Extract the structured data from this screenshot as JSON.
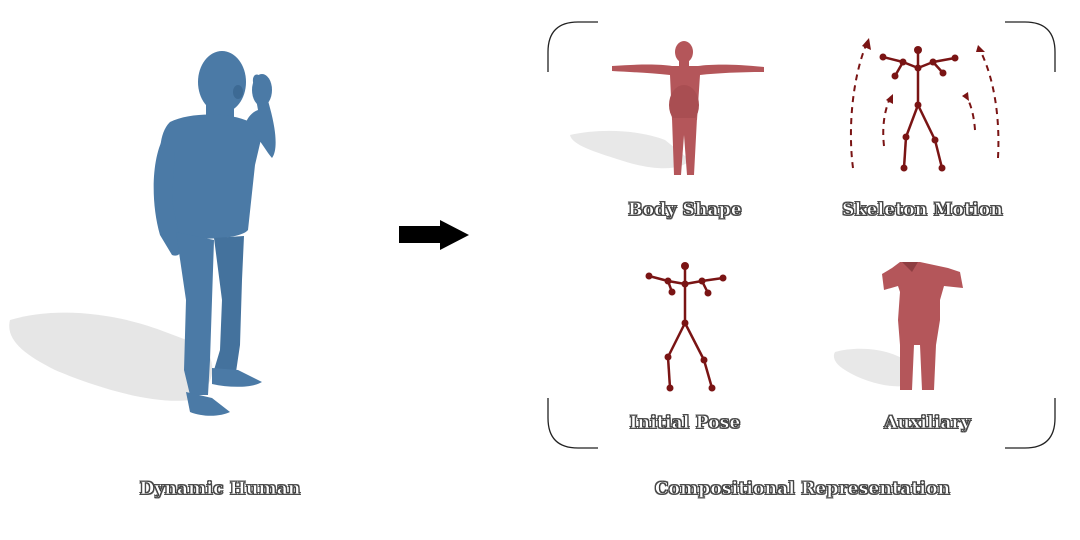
{
  "left": {
    "caption": "Dynamic Human"
  },
  "right": {
    "caption": "Compositional Representation",
    "items": [
      {
        "label": "Body Shape"
      },
      {
        "label": "Skeleton Motion"
      },
      {
        "label": "Initial Pose"
      },
      {
        "label": "Auxiliary"
      }
    ]
  },
  "colors": {
    "human_blue": "#4b7aa6",
    "body_red": "#b4565a",
    "skeleton_dark_red": "#7a1414",
    "shadow": "#e6e6e6",
    "arrow": "#000000"
  }
}
